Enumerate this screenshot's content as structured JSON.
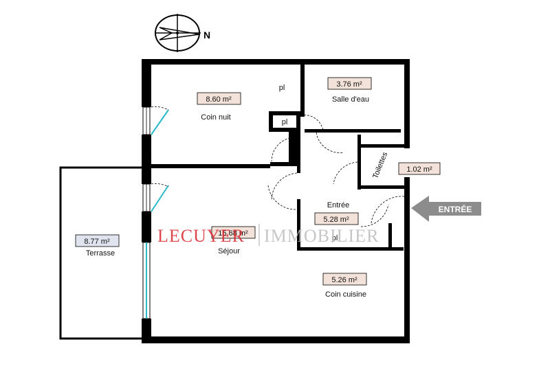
{
  "rooms": {
    "coin_nuit": {
      "name": "Coin nuit",
      "area": "8.60 m²"
    },
    "salle_eau": {
      "name": "Salle d'eau",
      "area": "3.76 m²"
    },
    "toilettes": {
      "name": "Toilettes",
      "area": "1.02 m²"
    },
    "entree": {
      "name": "Entrée",
      "area": "5.28 m²"
    },
    "sejour": {
      "name": "Séjour",
      "area": "15.68 m²"
    },
    "coin_cuisine": {
      "name": "Coin cuisine",
      "area": "5.26 m²"
    },
    "terrasse": {
      "name": "Terrasse",
      "area": "8.77 m²"
    }
  },
  "closets": [
    "pl",
    "pl",
    "pl"
  ],
  "entrance_marker": "ENTRÉE",
  "compass_label": "N",
  "watermark": {
    "left": "LECUYER",
    "right": "IMMOBILIER"
  },
  "colors": {
    "wall": "#000000",
    "area_box": "#f2e2d9",
    "terrasse_box": "#dfe4ef",
    "window": "#2ab8c8",
    "watermark_red": "#d9282f",
    "watermark_gray": "#bdbdbd",
    "entrance_arrow": "#8c8c8c"
  }
}
